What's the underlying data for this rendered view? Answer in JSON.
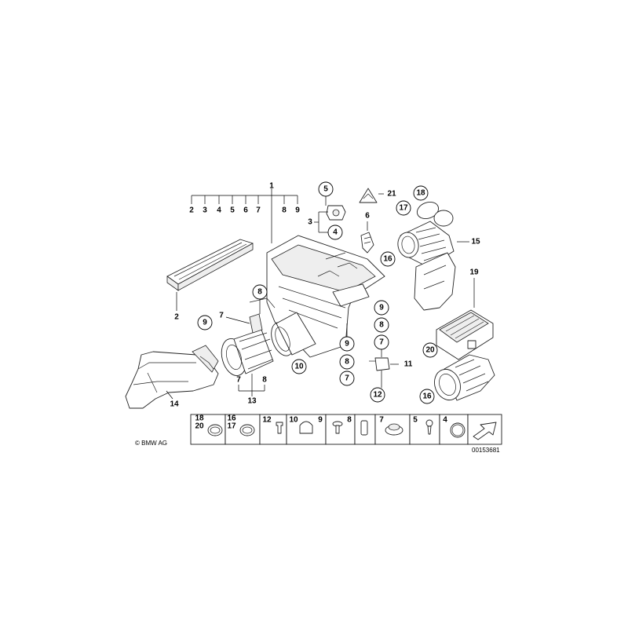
{
  "callouts": {
    "n1": "1",
    "n2": "2",
    "n3": "3",
    "n4": "4",
    "n5": "5",
    "n6": "6",
    "n7": "7",
    "n8": "8",
    "n9": "9",
    "n10": "10",
    "n11": "11",
    "n12": "12",
    "n13": "13",
    "n14": "14",
    "n15": "15",
    "n16": "16",
    "n17": "17",
    "n18": "18",
    "n19": "19",
    "n20": "20",
    "n21": "21"
  },
  "parts_strip": {
    "items": [
      "18",
      "20",
      "16",
      "17",
      "12",
      "10",
      "9",
      "8",
      "7",
      "5",
      "4"
    ]
  },
  "footer": {
    "copyright": "© BMW AG",
    "diagram_number": "00153681"
  }
}
